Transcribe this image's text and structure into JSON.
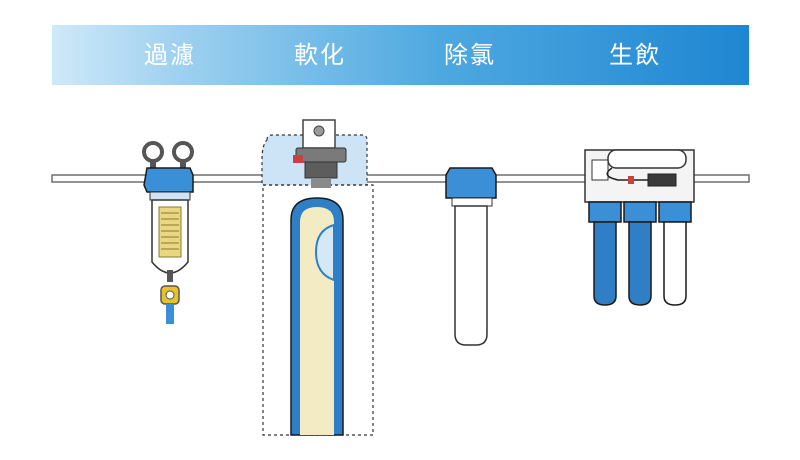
{
  "banner": {
    "stages": [
      {
        "label": "過濾"
      },
      {
        "label": "軟化"
      },
      {
        "label": "除氯"
      },
      {
        "label": "生飲"
      }
    ]
  },
  "colors": {
    "accent_blue": "#1f86d2",
    "cap_blue": "#3a8fd6",
    "pipe": "#6f6f6f",
    "resin": "#f2ebc4",
    "brass": "#e8c22a",
    "highlight_zone": "#cde3f6"
  }
}
